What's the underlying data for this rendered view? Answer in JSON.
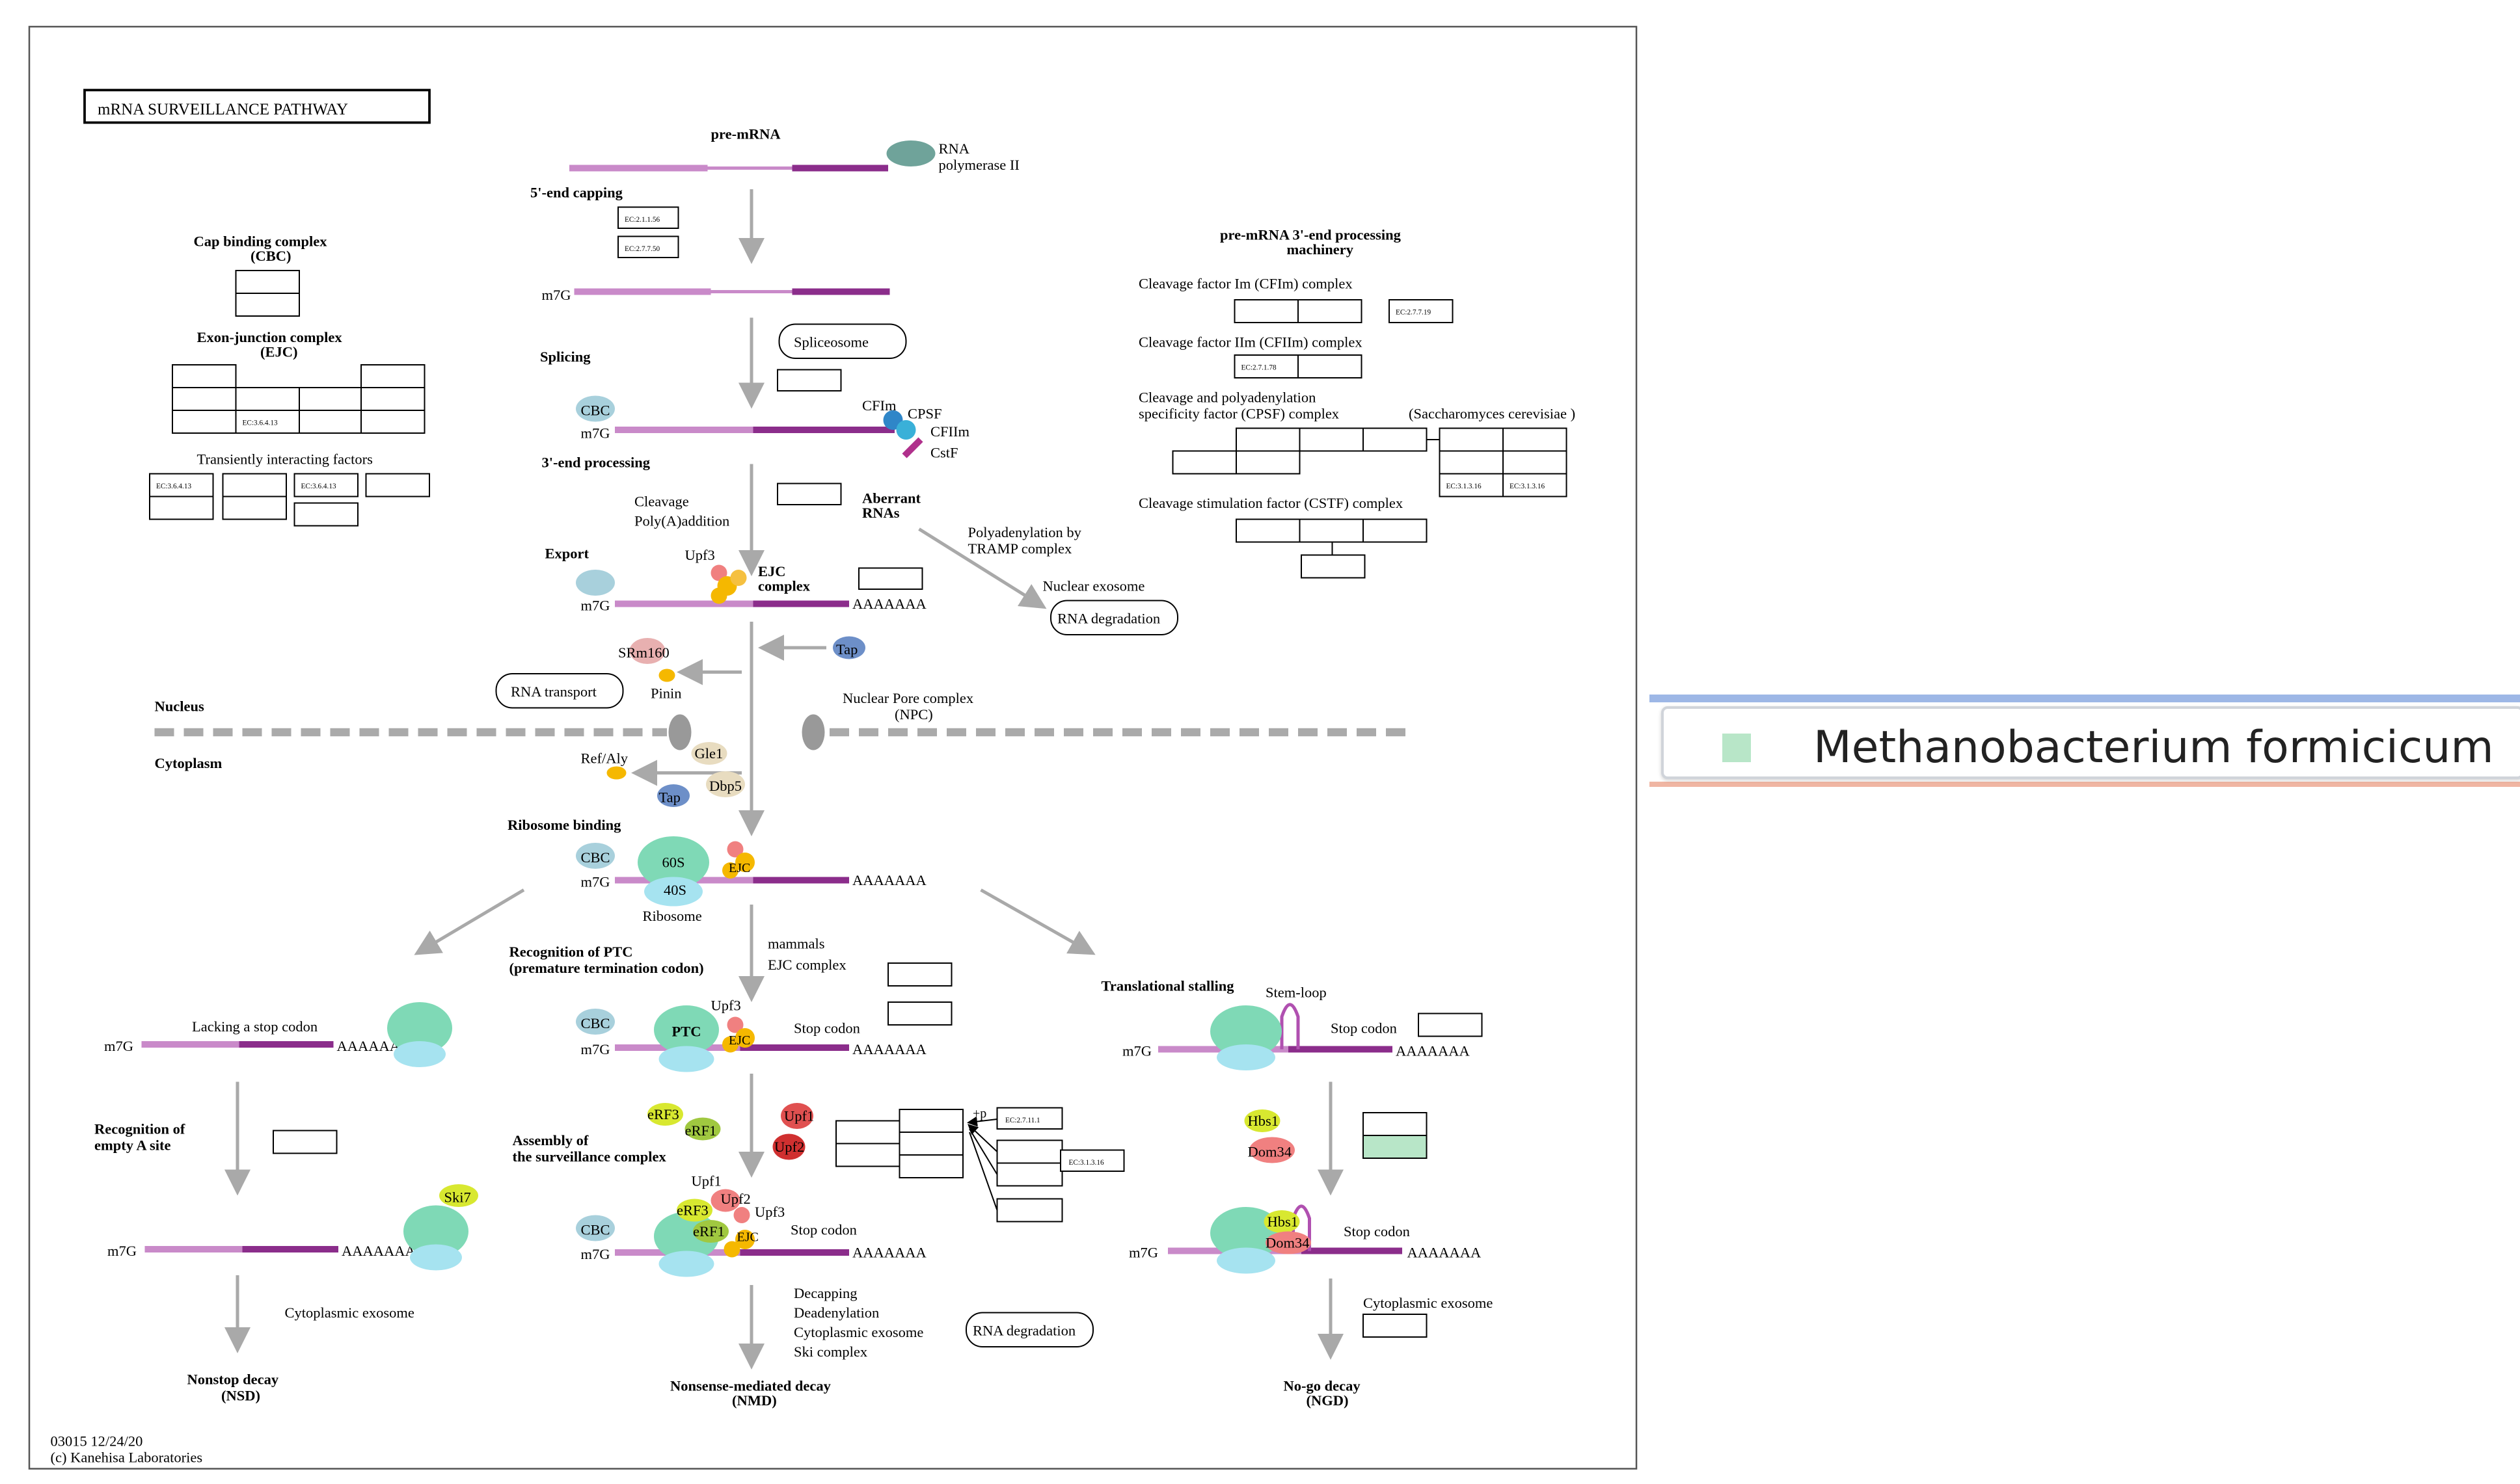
{
  "title": "mRNA SURVEILLANCE PATHWAY",
  "footer": {
    "id": "03015 12/24/20",
    "copyright": "(c) Kanehisa Laboratories"
  },
  "colors": {
    "light_mrna": "#c98ac9",
    "dark_mrna": "#8b2d8b",
    "arrow": "#a9a9a9",
    "ribosome": "#7fd9b6",
    "ribosome_small": "#a6e3f0",
    "ejc": "#f5b800",
    "highlight": "#b8e6c8"
  },
  "labels": {
    "pre_mrna": "pre-mRNA",
    "rna_pol": "RNA",
    "rna_pol2": "polymerase II",
    "five_capping": "5'-end capping",
    "ec_2_1_1_56": "EC:2.1.1.56",
    "ec_2_7_7_50": "EC:2.7.7.50",
    "m7g": "m7G",
    "splicing": "Splicing",
    "spliceosome": "Spliceosome",
    "cbc": "CBC",
    "cfim": "CFIm",
    "cpsf": "CPSF",
    "cfiim": "CFIIm",
    "cstf": "CstF",
    "three_processing": "3'-end processing",
    "cleavage": "Cleavage",
    "polya": "Poly(A)addition",
    "aberrant": "Aberrant",
    "rnas": "RNAs",
    "polyadenylation": "Polyadenylation by",
    "tramp": "TRAMP complex",
    "nuclear_exosome": "Nuclear exosome",
    "rna_degradation": "RNA degradation",
    "export": "Export",
    "upf3": "Upf3",
    "ejc_complex_1": "EJC",
    "ejc_complex_2": "complex",
    "aaaaaaa": "AAAAAAA",
    "tap": "Tap",
    "srm160": "SRm160",
    "pinin": "Pinin",
    "rna_transport": "RNA transport",
    "nucleus": "Nucleus",
    "cytoplasm": "Cytoplasm",
    "npc_1": "Nuclear Pore complex",
    "npc_2": "(NPC)",
    "ref_aly": "Ref/Aly",
    "gle1": "Gle1",
    "dbp5": "Dbp5",
    "ribosome_binding": "Ribosome binding",
    "s60": "60S",
    "s40": "40S",
    "ejc": "EJC",
    "ribosome": "Ribosome",
    "mammals": "mammals",
    "ejc_complex_lc": "EJC complex",
    "recog_ptc_1": "Recognition of PTC",
    "recog_ptc_2": "(premature termination codon)",
    "translational_stalling": "Translational stalling",
    "stem_loop": "Stem-loop",
    "lacking_stop": "Lacking a stop codon",
    "stop_codon": "Stop codon",
    "ptc": "PTC",
    "recog_empty_1": "Recognition of",
    "recog_empty_2": "empty A site",
    "erf3": "eRF3",
    "erf1": "eRF1",
    "upf1": "Upf1",
    "upf2": "Upf2",
    "assembly_1": "Assembly of",
    "assembly_2": "the surveillance complex",
    "p": "+p",
    "ec_2_7_11_1": "EC:2.7.11.1",
    "ec_3_1_3_16": "EC:3.1.3.16",
    "ski7": "Ski7",
    "hbs1": "Hbs1",
    "dom34": "Dom34",
    "cyto_exosome": "Cytoplasmic exosome",
    "decapping": "Decapping",
    "deadenylation": "Deadenylation",
    "cyto_exosome2": "Cytoplasmic exosome",
    "ski_complex": "Ski complex",
    "nonstop_1": "Nonstop decay",
    "nonstop_2": "(NSD)",
    "nmd_1": "Nonsense-mediated decay",
    "nmd_2": "(NMD)",
    "ngd_1": "No-go decay",
    "ngd_2": "(NGD)",
    "cbc_title_1": "Cap binding complex",
    "cbc_title_2": "(CBC)",
    "ejc_title_1": "Exon-junction complex",
    "ejc_title_2": "(EJC)",
    "ec_3_6_4_13": "EC:3.6.4.13",
    "transient": "Transiently interacting factors",
    "pre3_title_1": "pre-mRNA 3'-end processing",
    "pre3_title_2": "machinery",
    "cfim_complex": "Cleavage factor Im (CFIm) complex",
    "ec_2_7_7_19": "EC:2.7.7.19",
    "cfiim_complex": "Cleavage factor IIm (CFIIm) complex",
    "ec_2_7_1_78": "EC:2.7.1.78",
    "cpsf_1": "Cleavage and polyadenylation",
    "cpsf_2": "specificity factor (CPSF) complex",
    "sacc": "(Saccharomyces cerevisiae )",
    "cstf_complex": "Cleavage stimulation factor (CSTF) complex"
  },
  "legend": {
    "label": "Methanobacterium formicicum",
    "swatch_color": "#b8e6c8"
  }
}
